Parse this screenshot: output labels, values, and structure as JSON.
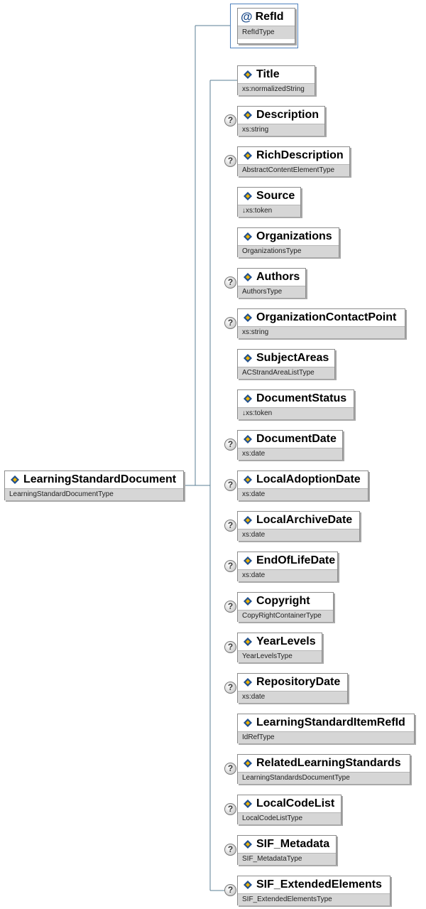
{
  "root": {
    "name": "LearningStandardDocument",
    "type": "LearningStandardDocumentType"
  },
  "attribute": {
    "symbol": "@",
    "name": "RefId",
    "type": "RefIdType"
  },
  "elements": [
    {
      "name": "Title",
      "type": "xs:normalizedString",
      "optional": false
    },
    {
      "name": "Description",
      "type": "xs:string",
      "optional": true
    },
    {
      "name": "RichDescription",
      "type": "AbstractContentElementType",
      "optional": true
    },
    {
      "name": "Source",
      "type": "↓xs:token",
      "optional": false
    },
    {
      "name": "Organizations",
      "type": "OrganizationsType",
      "optional": false
    },
    {
      "name": "Authors",
      "type": "AuthorsType",
      "optional": true
    },
    {
      "name": "OrganizationContactPoint",
      "type": "xs:string",
      "optional": true
    },
    {
      "name": "SubjectAreas",
      "type": "ACStrandAreaListType",
      "optional": false
    },
    {
      "name": "DocumentStatus",
      "type": "↓xs:token",
      "optional": false
    },
    {
      "name": "DocumentDate",
      "type": "xs:date",
      "optional": true
    },
    {
      "name": "LocalAdoptionDate",
      "type": "xs:date",
      "optional": true
    },
    {
      "name": "LocalArchiveDate",
      "type": "xs:date",
      "optional": true
    },
    {
      "name": "EndOfLifeDate",
      "type": "xs:date",
      "optional": true
    },
    {
      "name": "Copyright",
      "type": "CopyRightContainerType",
      "optional": true
    },
    {
      "name": "YearLevels",
      "type": "YearLevelsType",
      "optional": true
    },
    {
      "name": "RepositoryDate",
      "type": "xs:date",
      "optional": true
    },
    {
      "name": "LearningStandardItemRefId",
      "type": "IdRefType",
      "optional": false
    },
    {
      "name": "RelatedLearningStandards",
      "type": "LearningStandardsDocumentType",
      "optional": true
    },
    {
      "name": "LocalCodeList",
      "type": "LocalCodeListType",
      "optional": true
    },
    {
      "name": "SIF_Metadata",
      "type": "SIF_MetadataType",
      "optional": true
    },
    {
      "name": "SIF_ExtendedElements",
      "type": "SIF_ExtendedElementsType",
      "optional": true
    }
  ],
  "colors": {
    "connector": "#5b7f95",
    "attribute_border": "#4f81bd",
    "type_bar": "#d6d6d6",
    "icon_blue": "#1f4e8c",
    "icon_gold": "#f0b400"
  }
}
